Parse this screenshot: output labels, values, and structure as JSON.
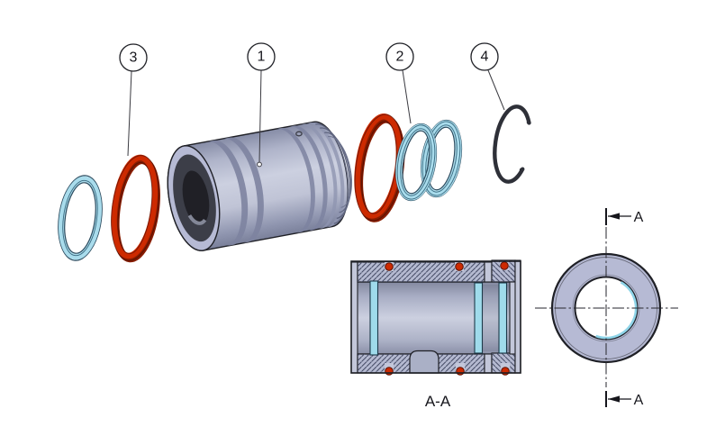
{
  "drawing": {
    "type": "exploded-assembly-technical-drawing",
    "balloons": [
      {
        "label": "1",
        "part": "cylinder-gland-body"
      },
      {
        "label": "2",
        "part": "ribbed-piston-seals"
      },
      {
        "label": "3",
        "part": "o-ring"
      },
      {
        "label": "4",
        "part": "retaining-snap-ring"
      }
    ],
    "parts": [
      {
        "name": "backup-seal-ring"
      },
      {
        "name": "o-ring-front"
      },
      {
        "name": "cylinder-gland-body"
      },
      {
        "name": "o-ring-middle"
      },
      {
        "name": "ribbed-seal-a"
      },
      {
        "name": "ribbed-seal-b"
      },
      {
        "name": "o-ring-rear"
      },
      {
        "name": "retaining-snap-ring"
      }
    ],
    "views": {
      "section": {
        "label": "A-A"
      },
      "end": {
        "marker_top_label": "A",
        "marker_bottom_label": "A"
      }
    },
    "colors": {
      "background": "#ffffff",
      "outline": "#1f2026",
      "leader": "#3a3a40",
      "oring_red": "#cd2a00",
      "oring_red_shadow": "#891c00",
      "seal_blue": "#a9dcec",
      "seal_blue_dark": "#2b4a5e",
      "body_base": "#b6bad4",
      "body_light": "#ccd0e0",
      "body_dark": "#7a809a",
      "face_dark": "#3c3e48",
      "bore_dark": "#202026",
      "hatch_bg": "#b4b9d0",
      "hatch_line": "#454c66",
      "snap_ring": "#2e3038",
      "section_seal": "#9fdbeb"
    }
  }
}
